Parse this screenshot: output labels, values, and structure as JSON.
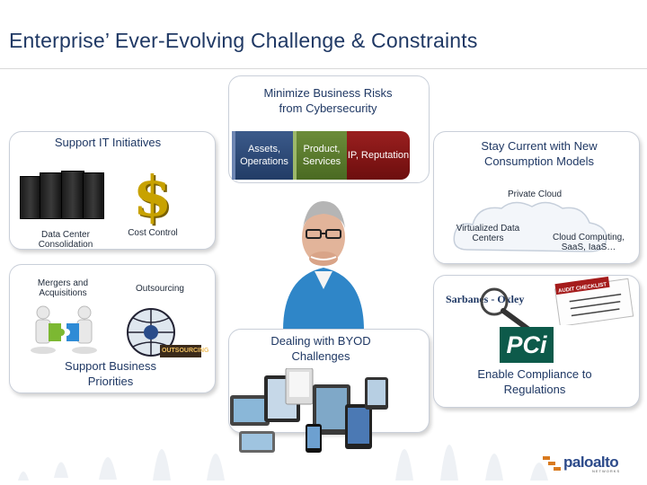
{
  "title": "Enterprise’ Ever-Evolving Challenge & Constraints",
  "risks": {
    "heading": "Minimize Business Risks from Cybersecurity",
    "boxes": [
      "Assets, Operations",
      "Product, Services",
      "IP, Reputation"
    ]
  },
  "it_initiatives": {
    "heading": "Support IT Initiatives",
    "items": [
      "Data Center Consolidation",
      "Cost Control",
      "Mergers and Acquisitions",
      "Outsourcing"
    ],
    "outsourcing_sign": "OUTSOURCING"
  },
  "business": {
    "heading": "Support Business Priorities"
  },
  "consumption": {
    "heading": "Stay Current with New Consumption Models",
    "cloud_label": "Private Cloud",
    "items": [
      "Virtualized Data Centers",
      "Cloud Computing, SaaS, IaaS…"
    ]
  },
  "byod": {
    "heading": "Dealing with BYOD Challenges"
  },
  "compliance": {
    "heading": "Enable Compliance to Regulations",
    "sox_text": "Sarbanes - Oxley",
    "checklist_title": "AUDIT CHECKLIST",
    "pci_text": "PCi"
  },
  "logo": {
    "name": "paloalto",
    "sub": "NETWORKS"
  }
}
